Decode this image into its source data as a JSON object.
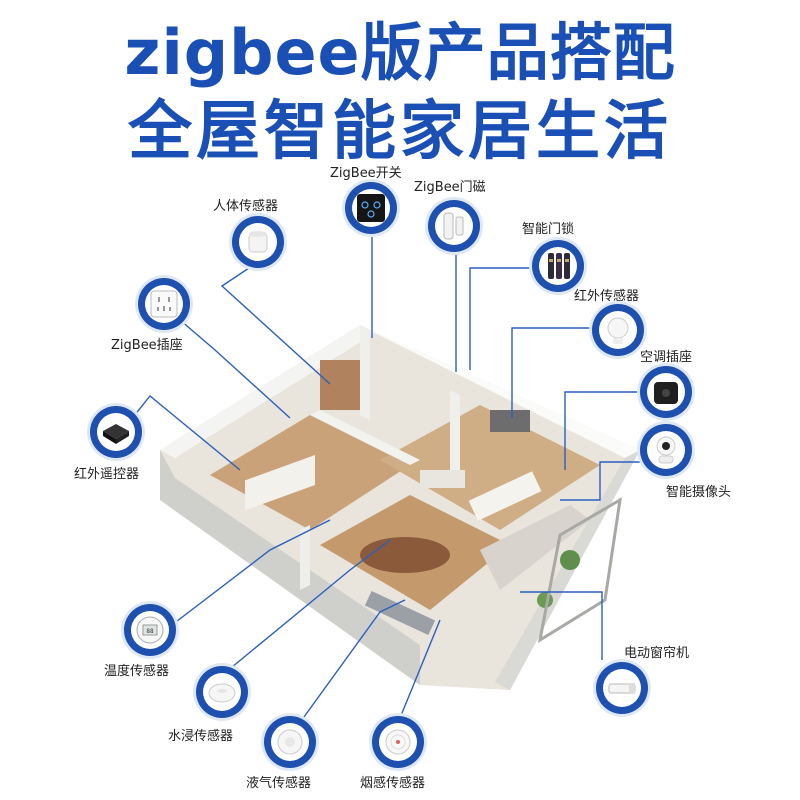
{
  "heading": {
    "line1": "zigbee版产品搭配",
    "line2": "全屋智能家居生活"
  },
  "colors": {
    "brand_blue": "#1a4fb5",
    "ring_blue": "#1e50b0",
    "line_blue": "#2a5fc0"
  },
  "devices": {
    "switch": {
      "label": "ZigBee开关",
      "icon": "switch-icon"
    },
    "door_sensor": {
      "label": "ZigBee门磁",
      "icon": "door-sensor-icon"
    },
    "body_sensor": {
      "label": "人体传感器",
      "icon": "motion-sensor-icon"
    },
    "smart_lock": {
      "label": "智能门锁",
      "icon": "lock-icon"
    },
    "socket": {
      "label": "ZigBee插座",
      "icon": "socket-icon"
    },
    "ir_sensor": {
      "label": "红外传感器",
      "icon": "ir-sensor-icon"
    },
    "ac_socket": {
      "label": "空调插座",
      "icon": "ac-socket-icon"
    },
    "ir_remote": {
      "label": "红外遥控器",
      "icon": "ir-remote-icon"
    },
    "camera": {
      "label": "智能摄像头",
      "icon": "camera-icon"
    },
    "curtain": {
      "label": "电动窗帘机",
      "icon": "curtain-motor-icon"
    },
    "temp_sensor": {
      "label": "温度传感器",
      "icon": "thermometer-icon"
    },
    "water_sensor": {
      "label": "水浸传感器",
      "icon": "water-sensor-icon"
    },
    "gas_sensor": {
      "label": "液气传感器",
      "icon": "gas-sensor-icon"
    },
    "smoke_sensor": {
      "label": "烟感传感器",
      "icon": "smoke-sensor-icon"
    }
  }
}
